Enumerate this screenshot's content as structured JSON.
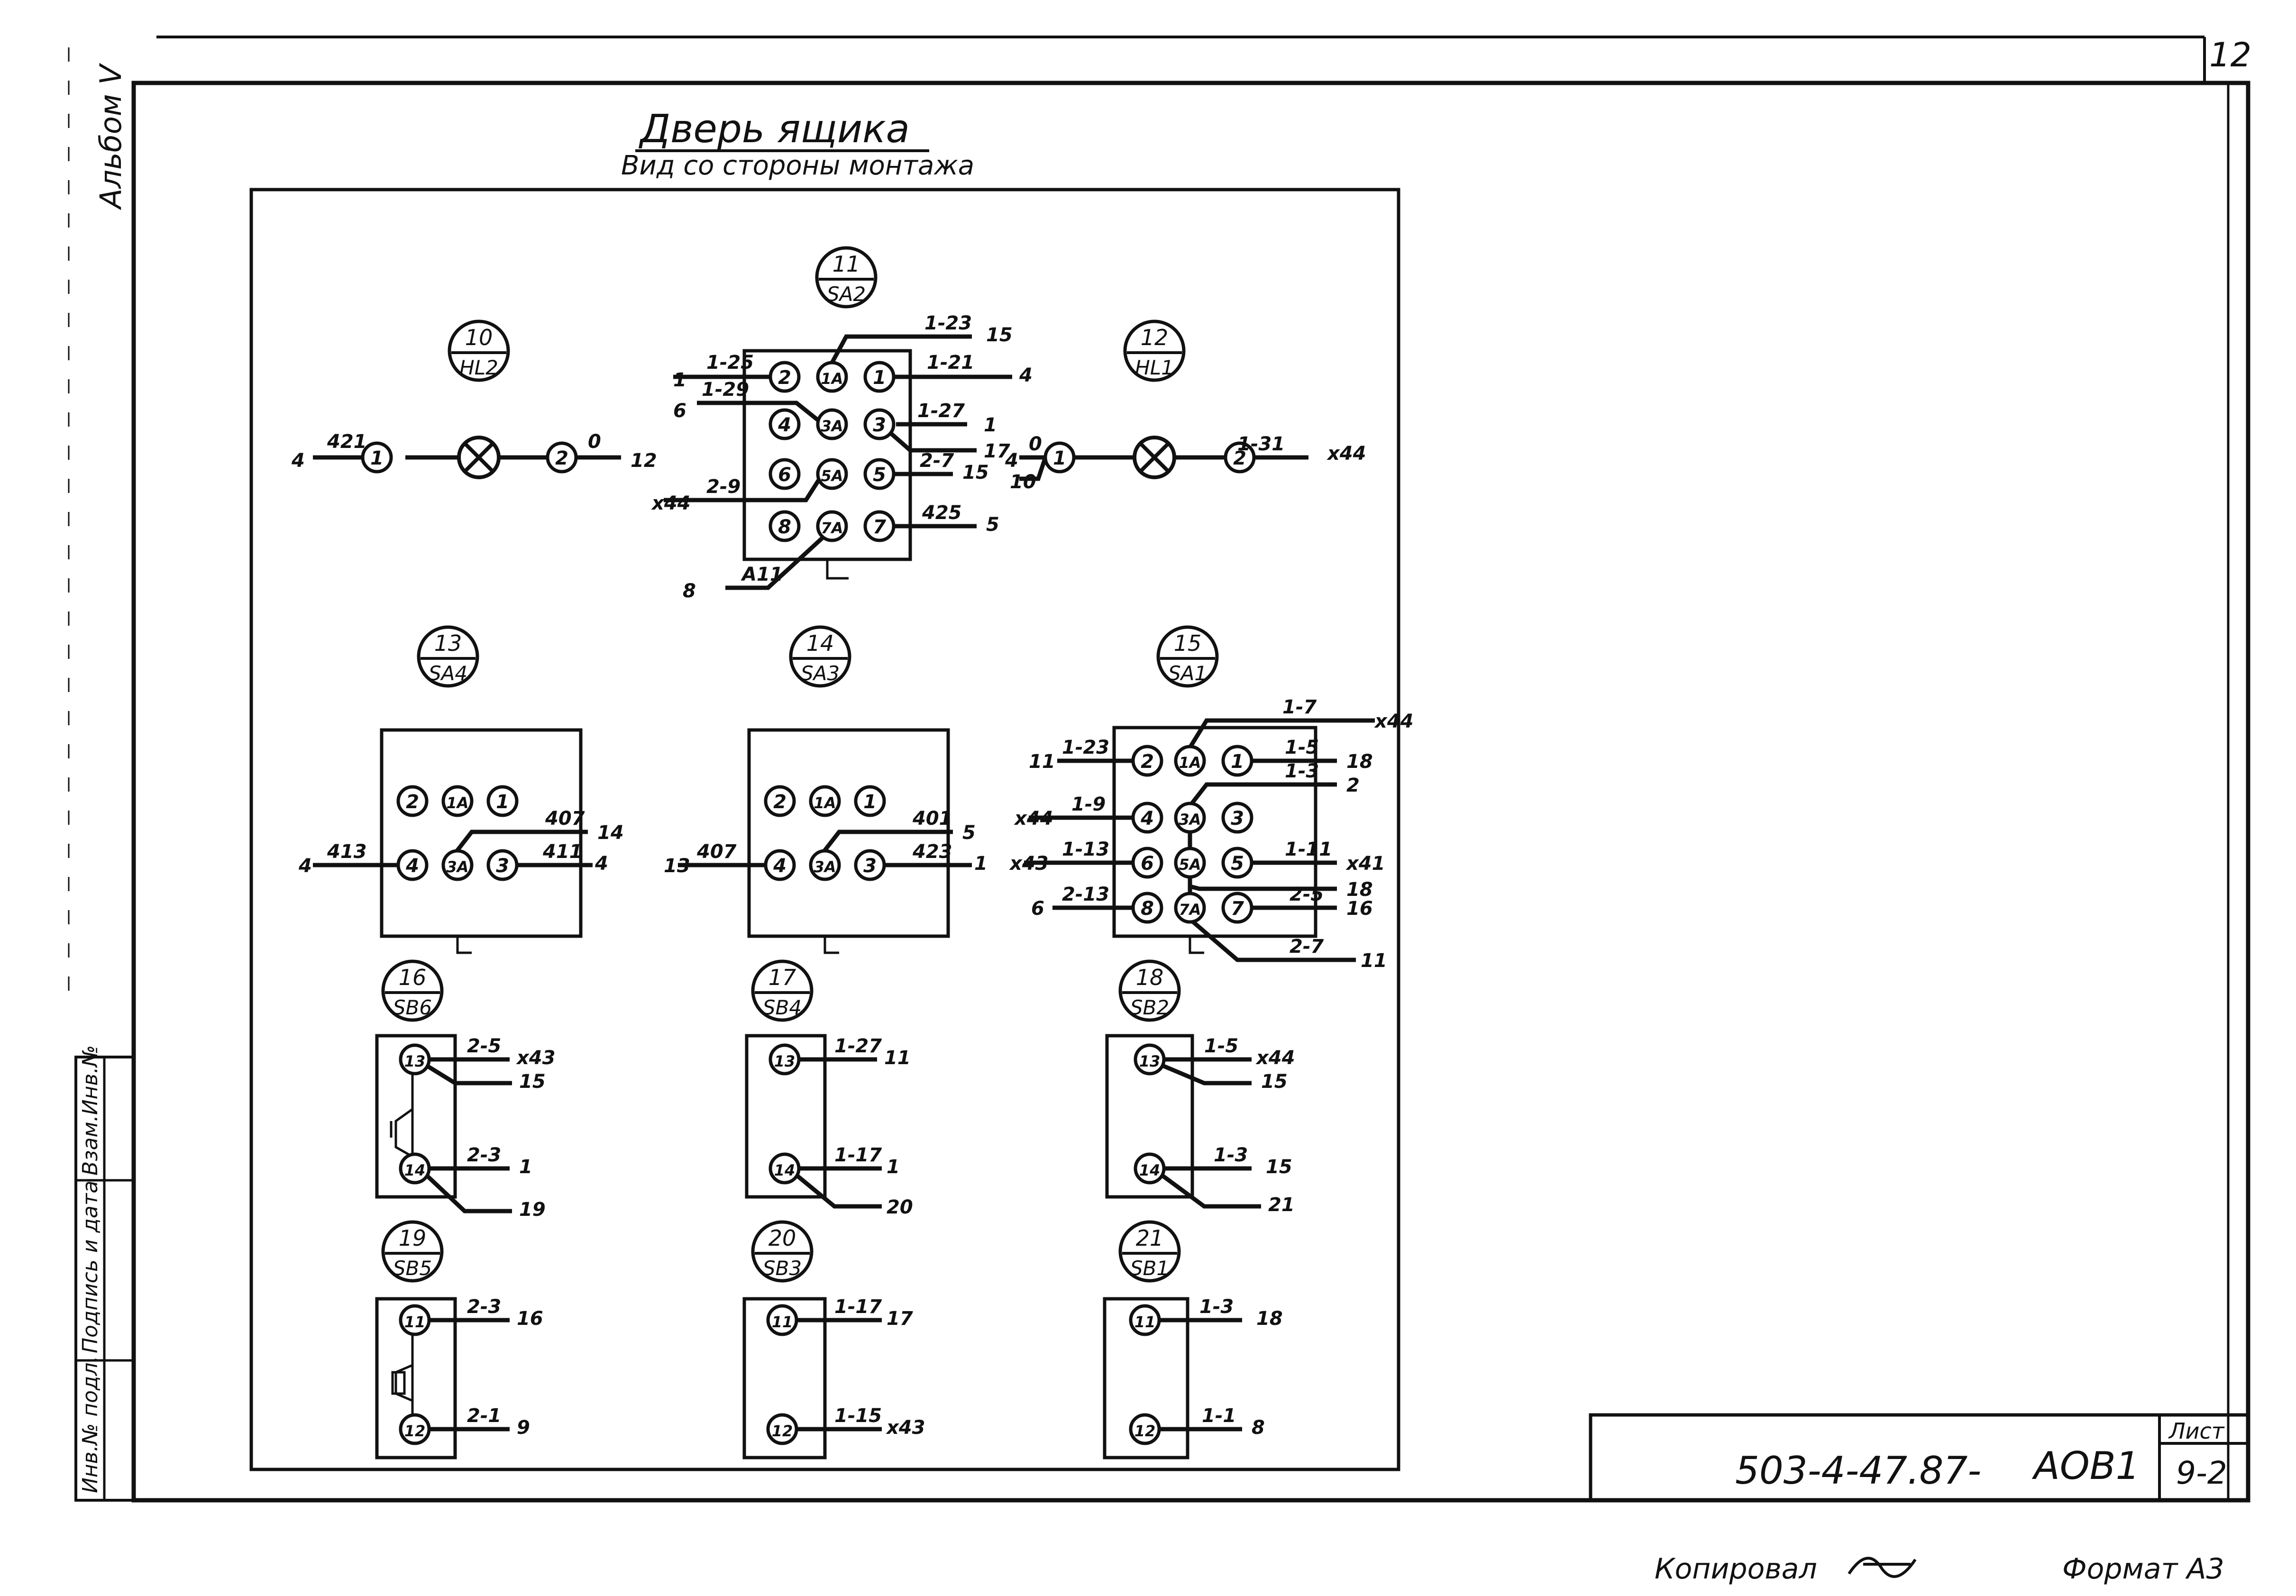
{
  "sheet": {
    "corner_number": "12",
    "left_margin_label": "Альбом V",
    "side_stamp": [
      "Инв.№ подл.",
      "Подпись и дата",
      "Взам.Инв.№"
    ],
    "title_line1": "Дверь ящика",
    "title_line2": "Вид со стороны монтажа",
    "doc_number": "503-4-47.87-",
    "doc_code": "АОВ1",
    "sheet_label": "Лист",
    "sheet_value": "9-2",
    "copied_label": "Копировал",
    "format_label": "Формат А3"
  },
  "devices": [
    {
      "id": "d10",
      "num": "10",
      "ref": "HL2"
    },
    {
      "id": "d11",
      "num": "11",
      "ref": "SA2"
    },
    {
      "id": "d12",
      "num": "12",
      "ref": "HL1"
    },
    {
      "id": "d13",
      "num": "13",
      "ref": "SA4"
    },
    {
      "id": "d14",
      "num": "14",
      "ref": "SA3"
    },
    {
      "id": "d15",
      "num": "15",
      "ref": "SA1"
    },
    {
      "id": "d16",
      "num": "16",
      "ref": "SB6"
    },
    {
      "id": "d17",
      "num": "17",
      "ref": "SB4"
    },
    {
      "id": "d18",
      "num": "18",
      "ref": "SB2"
    },
    {
      "id": "d19",
      "num": "19",
      "ref": "SB5"
    },
    {
      "id": "d20",
      "num": "20",
      "ref": "SB3"
    },
    {
      "id": "d21",
      "num": "21",
      "ref": "SB1"
    }
  ],
  "pins": [
    "1",
    "2",
    "1A",
    "3",
    "3A",
    "4",
    "5",
    "5A",
    "6",
    "7",
    "7A",
    "8",
    "11",
    "12",
    "13",
    "14"
  ],
  "wire_labels": [
    "421",
    "0",
    "4",
    "12",
    "1-23",
    "15",
    "1-25",
    "1",
    "1-21",
    "4",
    "1-29",
    "6",
    "1-27",
    "1",
    "17",
    "2-9",
    "x44",
    "2-7",
    "15",
    "425",
    "5",
    "А11",
    "8",
    "0",
    "4",
    "10",
    "1-31",
    "x44",
    "413",
    "4",
    "407",
    "14",
    "411",
    "4",
    "407",
    "13",
    "401",
    "5",
    "423",
    "1",
    "1-7",
    "x44",
    "1-23",
    "11",
    "1-5",
    "18",
    "1-3",
    "2",
    "1-9",
    "x44",
    "1-13",
    "x43",
    "1-11",
    "x41",
    "18",
    "2-13",
    "6",
    "2-5",
    "16",
    "2-7",
    "11",
    "2-5",
    "x43",
    "15",
    "2-3",
    "1",
    "19",
    "1-27",
    "11",
    "1-17",
    "1",
    "20",
    "1-5",
    "x44",
    "15",
    "1-3",
    "15",
    "21",
    "2-3",
    "16",
    "2-1",
    "9",
    "1-17",
    "17",
    "1-15",
    "x43",
    "1-3",
    "18",
    "1-1",
    "8"
  ]
}
